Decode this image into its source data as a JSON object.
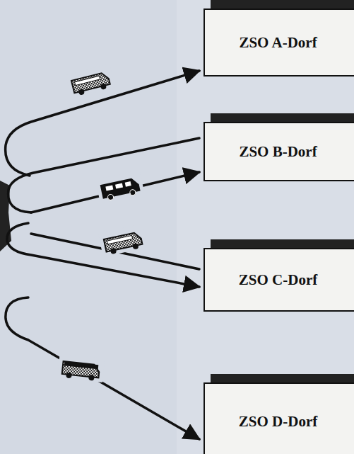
{
  "diagram": {
    "nodes": [
      {
        "text": [
          "ZSO A-Dorf"
        ]
      },
      {
        "text": [
          "ZSO B-Dorf"
        ]
      },
      {
        "text": [
          "ZSO C-Dorf"
        ]
      },
      {
        "text": [
          "ZSO D-Dorf"
        ]
      }
    ]
  }
}
